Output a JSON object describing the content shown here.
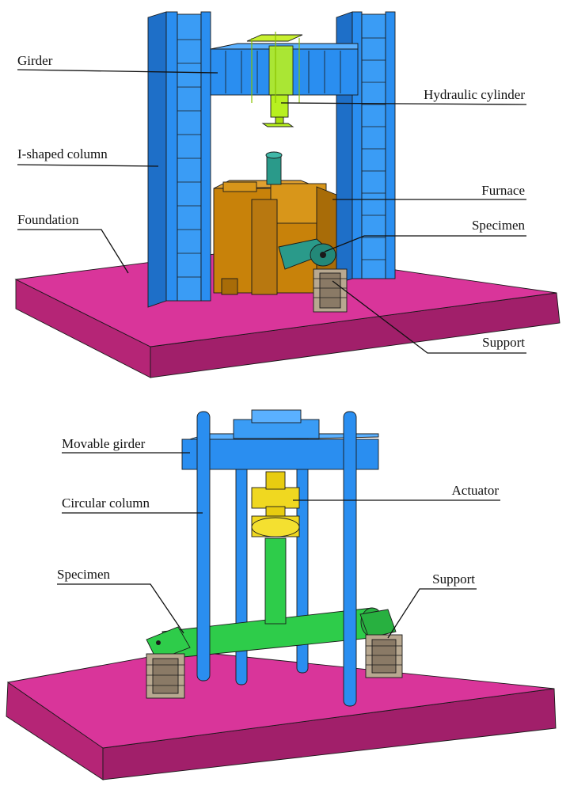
{
  "top_figure": {
    "labels": {
      "girder": "Girder",
      "hydraulic_cylinder": "Hydraulic cylinder",
      "i_shaped_column": "I-shaped column",
      "furnace": "Furnace",
      "foundation": "Foundation",
      "specimen": "Specimen",
      "support": "Support"
    }
  },
  "bottom_figure": {
    "labels": {
      "movable_girder": "Movable girder",
      "actuator": "Actuator",
      "circular_column": "Circular column",
      "specimen": "Specimen",
      "support": "Support"
    }
  },
  "colors": {
    "foundation": "#d6308f",
    "column": "#2a8ef0",
    "furnace": "#c8820a",
    "cylinder": "#b8f020",
    "specimen_top": "#2a9a8a",
    "specimen_bottom": "#2ecc4a",
    "actuator": "#f0d820",
    "support": "#b8a890"
  }
}
